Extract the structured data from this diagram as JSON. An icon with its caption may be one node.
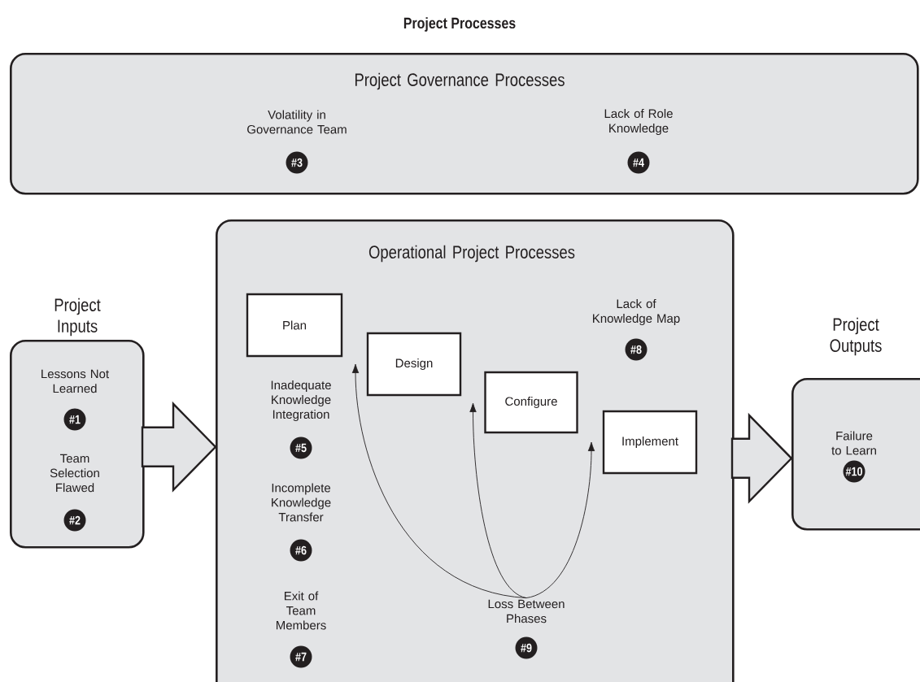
{
  "diagram": {
    "title": "Project Processes",
    "nodes": [
      {
        "text": [
          "Project Governance Processes",
          "Volatility in Governance Team",
          "Lack of Role Knowledge"
        ]
      },
      {
        "text": [
          "#3"
        ],
        "in": 0
      },
      {
        "text": [
          "#4"
        ],
        "in": 0
      },
      {
        "text": [
          "Project Inputs",
          "Lessons Not Learned",
          "Team Selection Flawed"
        ]
      },
      {
        "text": [
          "#1"
        ],
        "in": 3
      },
      {
        "text": [
          "#2"
        ],
        "in": 3
      },
      {
        "text": [
          "Operational Project Processes",
          "Inadequate Knowledge Integration",
          "Incomplete Knowledge Transfer",
          "Exit of Team Members",
          "Lack of Knowledge Map"
        ]
      },
      {
        "text": [
          "Plan"
        ],
        "in": 6
      },
      {
        "text": [
          "Design"
        ],
        "in": 6
      },
      {
        "text": [
          "Configure"
        ],
        "in": 6
      },
      {
        "text": [
          "Implement"
        ],
        "in": 6
      },
      {
        "text": [
          "#5"
        ],
        "in": 6
      },
      {
        "text": [
          "#6"
        ],
        "in": 6
      },
      {
        "text": [
          "#7"
        ],
        "in": 6
      },
      {
        "text": [
          "#8"
        ],
        "in": 6
      },
      {
        "text": [
          "Loss Between Phases"
        ],
        "in": 6
      },
      {
        "text": [
          "#9"
        ],
        "in": 6
      },
      {
        "text": [
          "Project Outputs",
          "Failure to Learn"
        ]
      },
      {
        "text": [
          "#10"
        ],
        "in": 17
      }
    ],
    "edges": [
      {
        "from": 3,
        "to": 6,
        "arrow": "to",
        "style": "thick"
      },
      {
        "from": 6,
        "to": 17,
        "arrow": "to",
        "style": "thick"
      },
      {
        "from": 15,
        "to": 8,
        "arrow": "to"
      },
      {
        "from": 15,
        "to": 9,
        "arrow": "to"
      },
      {
        "from": 15,
        "to": 10,
        "arrow": "to"
      }
    ]
  }
}
